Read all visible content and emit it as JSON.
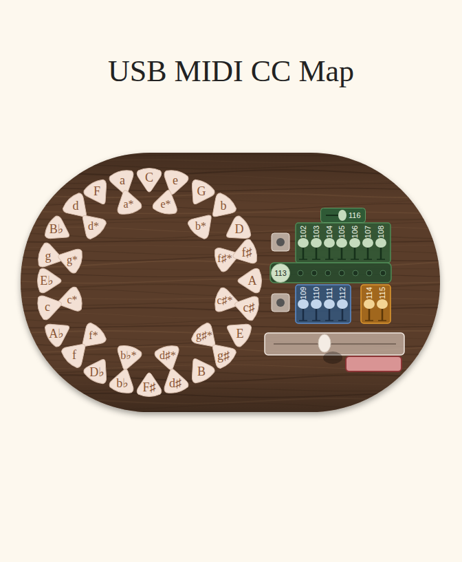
{
  "diagram": {
    "title": "USB MIDI CC Map",
    "nodes": [
      {
        "text": [
          "a"
        ]
      },
      {
        "text": [
          "C"
        ]
      },
      {
        "text": [
          "e"
        ]
      },
      {
        "text": [
          "F"
        ]
      },
      {
        "text": [
          "G"
        ]
      },
      {
        "text": [
          "d"
        ]
      },
      {
        "text": [
          "a*"
        ]
      },
      {
        "text": [
          "e*"
        ]
      },
      {
        "text": [
          "b"
        ]
      },
      {
        "text": [
          "d*"
        ]
      },
      {
        "text": [
          "b*"
        ]
      },
      {
        "text": [
          "B♭"
        ]
      },
      {
        "text": [
          "D"
        ]
      },
      {
        "text": [
          "g"
        ]
      },
      {
        "text": [
          "g*"
        ]
      },
      {
        "text": [
          "f♯*"
        ]
      },
      {
        "text": [
          "f♯"
        ]
      },
      {
        "text": [
          "E♭"
        ]
      },
      {
        "text": [
          "A"
        ]
      },
      {
        "text": [
          "c*"
        ]
      },
      {
        "text": [
          "c♯*"
        ]
      },
      {
        "text": [
          "c"
        ]
      },
      {
        "text": [
          "c♯"
        ]
      },
      {
        "text": [
          "A♭"
        ]
      },
      {
        "text": [
          "f*"
        ]
      },
      {
        "text": [
          "g♯*"
        ]
      },
      {
        "text": [
          "E"
        ]
      },
      {
        "text": [
          "f"
        ]
      },
      {
        "text": [
          "b♭*"
        ]
      },
      {
        "text": [
          "d♯*"
        ]
      },
      {
        "text": [
          "g♯"
        ]
      },
      {
        "text": [
          "D♭"
        ]
      },
      {
        "text": [
          "B"
        ]
      },
      {
        "text": [
          "b♭"
        ]
      },
      {
        "text": [
          "F♯"
        ]
      },
      {
        "text": [
          "d♯"
        ]
      },
      {
        "text": [
          "116"
        ]
      },
      {
        "text": [
          "102"
        ]
      },
      {
        "text": [
          "103"
        ]
      },
      {
        "text": [
          "104"
        ]
      },
      {
        "text": [
          "105"
        ]
      },
      {
        "text": [
          "106"
        ]
      },
      {
        "text": [
          "107"
        ]
      },
      {
        "text": [
          "108"
        ]
      },
      {
        "text": [
          "113"
        ]
      },
      {
        "text": [
          "109"
        ]
      },
      {
        "text": [
          "110"
        ]
      },
      {
        "text": [
          "111"
        ]
      },
      {
        "text": [
          "112"
        ]
      },
      {
        "text": [
          "114"
        ]
      },
      {
        "text": [
          "115"
        ]
      }
    ]
  }
}
